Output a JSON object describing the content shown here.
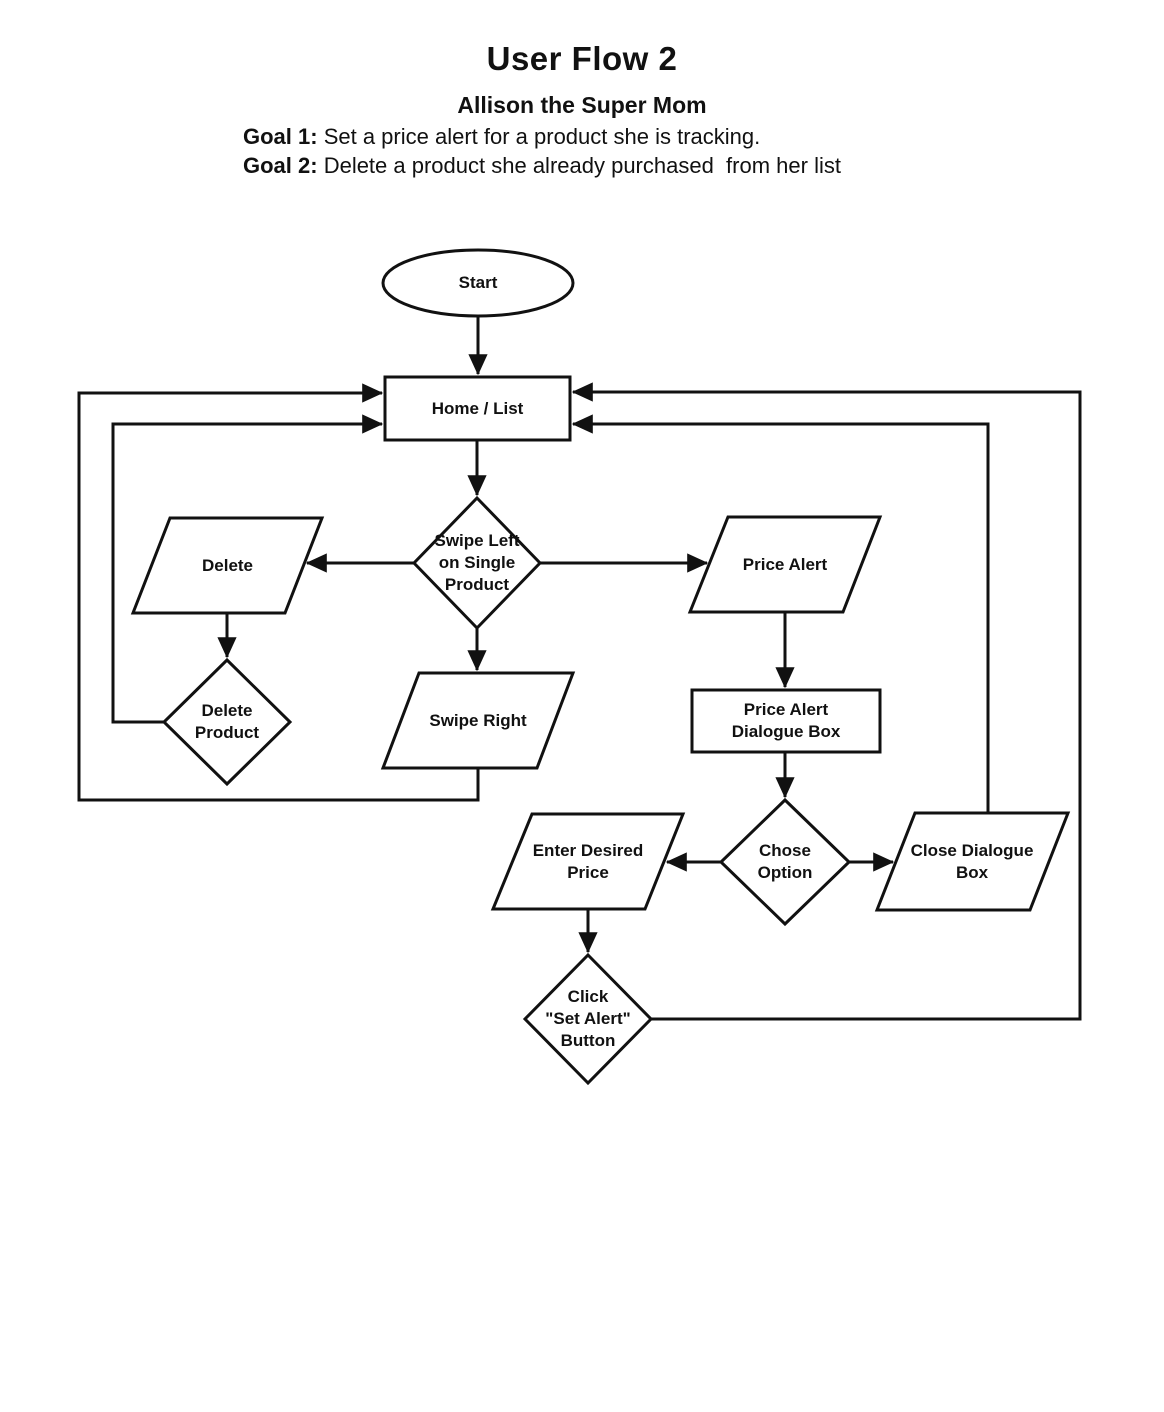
{
  "page": {
    "background_color": "#ffffff",
    "line_color": "#111111",
    "text_color": "#111111"
  },
  "header": {
    "title": "User Flow 2",
    "persona": "Allison the Super Mom",
    "goals": [
      {
        "label": "Goal 1:",
        "text": " Set a price alert for a product she is tracking."
      },
      {
        "label": "Goal 2:",
        "text": " Delete a product she already purchased  from her list"
      }
    ]
  },
  "flowchart": {
    "nodes": {
      "start": {
        "shape": "ellipse",
        "label": "Start"
      },
      "home": {
        "shape": "rectangle",
        "label": "Home / List"
      },
      "swipe_left": {
        "shape": "diamond",
        "label": "Swipe Left\non Single\nProduct"
      },
      "delete": {
        "shape": "parallelogram",
        "label": "Delete"
      },
      "delete_product": {
        "shape": "diamond",
        "label": "Delete\nProduct"
      },
      "swipe_right": {
        "shape": "parallelogram",
        "label": "Swipe Right"
      },
      "price_alert": {
        "shape": "parallelogram",
        "label": "Price Alert"
      },
      "dialogue_box": {
        "shape": "rectangle",
        "label": "Price Alert\nDialogue Box"
      },
      "chose_option": {
        "shape": "diamond",
        "label": "Chose\nOption"
      },
      "enter_price": {
        "shape": "parallelogram",
        "label": "Enter Desired\nPrice"
      },
      "close_dialogue": {
        "shape": "parallelogram",
        "label": "Close Dialogue\nBox"
      },
      "click_set_alert": {
        "shape": "diamond",
        "label": "Click\n\"Set Alert\"\nButton"
      }
    },
    "edges": [
      {
        "from": "start",
        "to": "home"
      },
      {
        "from": "home",
        "to": "swipe_left"
      },
      {
        "from": "swipe_left",
        "to": "delete"
      },
      {
        "from": "swipe_left",
        "to": "swipe_right"
      },
      {
        "from": "swipe_left",
        "to": "price_alert"
      },
      {
        "from": "delete",
        "to": "delete_product"
      },
      {
        "from": "delete_product",
        "to": "home"
      },
      {
        "from": "swipe_right",
        "to": "home"
      },
      {
        "from": "price_alert",
        "to": "dialogue_box"
      },
      {
        "from": "dialogue_box",
        "to": "chose_option"
      },
      {
        "from": "chose_option",
        "to": "enter_price"
      },
      {
        "from": "chose_option",
        "to": "close_dialogue"
      },
      {
        "from": "close_dialogue",
        "to": "home"
      },
      {
        "from": "enter_price",
        "to": "click_set_alert"
      },
      {
        "from": "click_set_alert",
        "to": "home"
      }
    ]
  }
}
